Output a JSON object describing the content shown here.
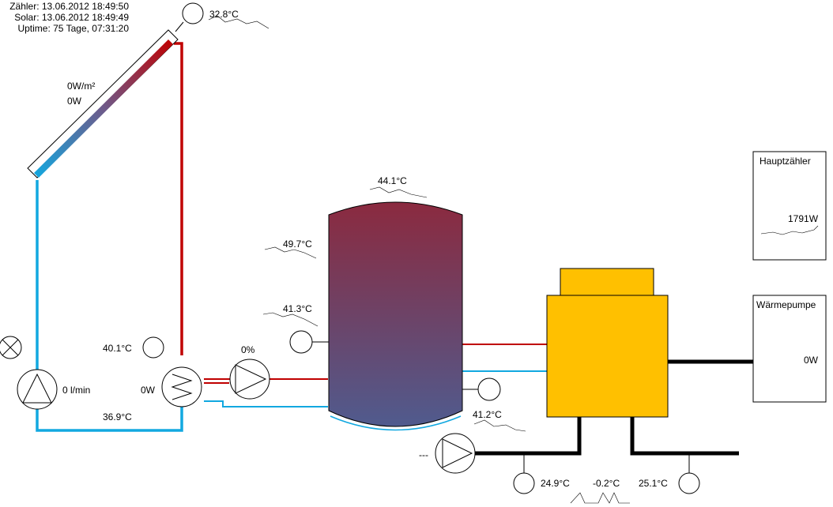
{
  "status": {
    "zaehler": "Zähler: 13.06.2012 18:49:50",
    "solar": "Solar: 13.06.2012 18:49:49",
    "uptime": "Uptime: 75 Tage, 07:31:20"
  },
  "collector": {
    "temp": "32.8°C",
    "irradiance": "0W/m²",
    "power": "0W"
  },
  "solar_circuit": {
    "flow": "0 l/min",
    "return_temp": "36.9°C",
    "hx_temp": "40.1°C",
    "hx_power": "0W",
    "pump_percent": "0%"
  },
  "tank": {
    "top_temp": "44.1°C",
    "upper_temp": "49.7°C",
    "middle_temp": "41.3°C",
    "lower_temp": "41.2°C"
  },
  "heatpump": {
    "label": "Wärmepumpe",
    "power": "0W",
    "pump_status": "---",
    "temp_left": "24.9°C",
    "temp_mid": "-0.2°C",
    "temp_right": "25.1°C"
  },
  "meter": {
    "label": "Hauptzähler",
    "power": "1791W"
  },
  "colors": {
    "hot": "#c00000",
    "cold": "#12a8e0",
    "heatpump_body": "#ffc000",
    "tank_top": "#8b2a3f",
    "tank_bottom": "#555a8a"
  },
  "icons": [
    "pump-icon",
    "heat-exchanger-icon",
    "sensor-icon",
    "valve-icon"
  ]
}
